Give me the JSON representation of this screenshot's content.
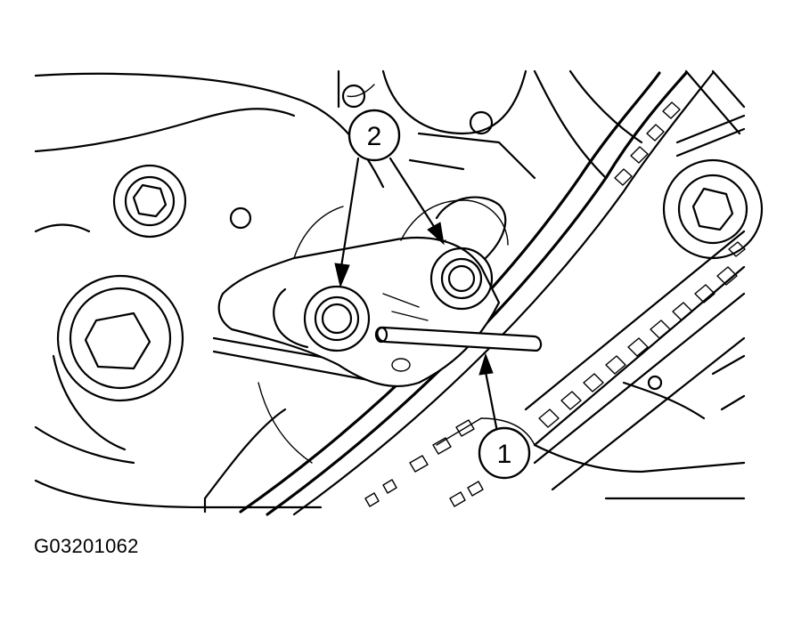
{
  "callouts": [
    {
      "id": "1",
      "label": "1"
    },
    {
      "id": "2",
      "label": "2"
    }
  ],
  "figure_code": "G03201062"
}
